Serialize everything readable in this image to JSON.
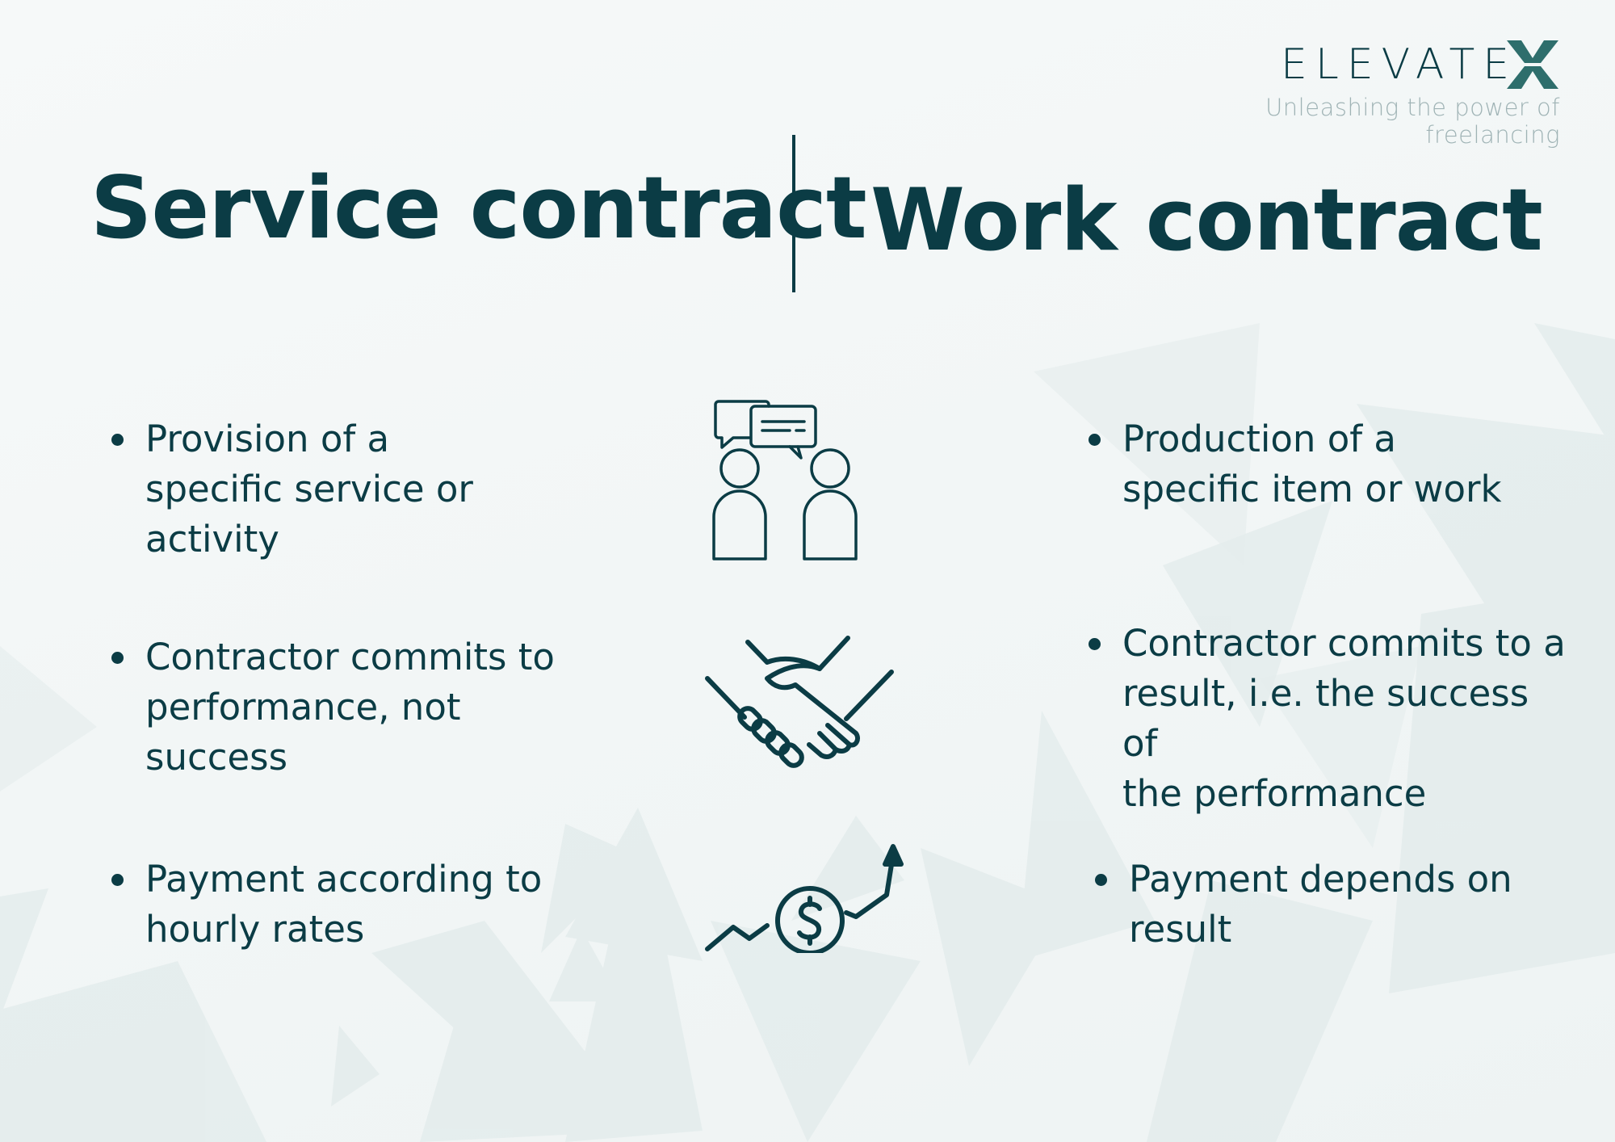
{
  "brand": {
    "name": "ELEVATE",
    "mark": "X",
    "tagline": "Unleashing the power of freelancing",
    "colors": {
      "primary": "#0b3c45",
      "accent": "#2e6e6c",
      "tagline": "#9fb3b5",
      "background": "#f4f8f8"
    }
  },
  "left": {
    "title": "Service contract",
    "bullets": [
      {
        "lines": [
          "Provision of a",
          "specific service or",
          "activity"
        ]
      },
      {
        "lines": [
          "Contractor commits to",
          "performance, not",
          "success"
        ]
      },
      {
        "lines": [
          "Payment according to",
          "hourly rates"
        ]
      }
    ]
  },
  "right": {
    "title": "Work contract",
    "bullets": [
      {
        "lines": [
          "Production of a",
          "specific item or work"
        ]
      },
      {
        "lines": [
          "Contractor commits to a",
          "result, i.e. the success of",
          "the performance"
        ]
      },
      {
        "lines": [
          "Payment depends on",
          "result"
        ]
      }
    ]
  },
  "icons": [
    {
      "name": "conversation-icon"
    },
    {
      "name": "handshake-icon"
    },
    {
      "name": "money-growth-icon"
    }
  ]
}
